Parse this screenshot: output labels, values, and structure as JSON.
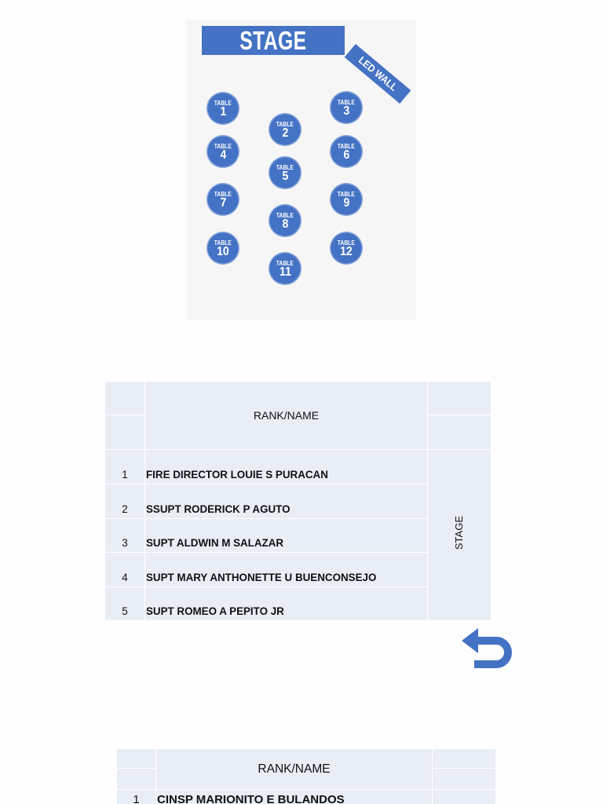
{
  "seating_plan": {
    "stage_label": "STAGE",
    "led_wall_label": "LED WALL",
    "tables": [
      {
        "label": "TABLE",
        "number": "1"
      },
      {
        "label": "TABLE",
        "number": "2"
      },
      {
        "label": "TABLE",
        "number": "3"
      },
      {
        "label": "TABLE",
        "number": "4"
      },
      {
        "label": "TABLE",
        "number": "5"
      },
      {
        "label": "TABLE",
        "number": "6"
      },
      {
        "label": "TABLE",
        "number": "7"
      },
      {
        "label": "TABLE",
        "number": "8"
      },
      {
        "label": "TABLE",
        "number": "9"
      },
      {
        "label": "TABLE",
        "number": "10"
      },
      {
        "label": "TABLE",
        "number": "11"
      },
      {
        "label": "TABLE",
        "number": "12"
      }
    ]
  },
  "seat_table_1": {
    "header": "RANK/NAME",
    "side_label": "STAGE",
    "rows": [
      {
        "no": "1",
        "name": "FIRE DIRECTOR LOUIE S PURACAN"
      },
      {
        "no": "2",
        "name": "SSUPT RODERICK P AGUTO"
      },
      {
        "no": "3",
        "name": "SUPT ALDWIN M SALAZAR"
      },
      {
        "no": "4",
        "name": "SUPT MARY ANTHONETTE U BUENCONSEJO"
      },
      {
        "no": "5",
        "name": "SUPT ROMEO A PEPITO JR"
      }
    ]
  },
  "return_button": {
    "icon": "return-arrow-icon"
  },
  "seat_table_2": {
    "header": "RANK/NAME",
    "rows": [
      {
        "no": "1",
        "name": "CINSP MARIONITO E BULANDOS"
      }
    ]
  },
  "colors": {
    "accent": "#4472C4",
    "table_cell": "#E9EDF5",
    "plan_background": "#F6F6F6"
  }
}
